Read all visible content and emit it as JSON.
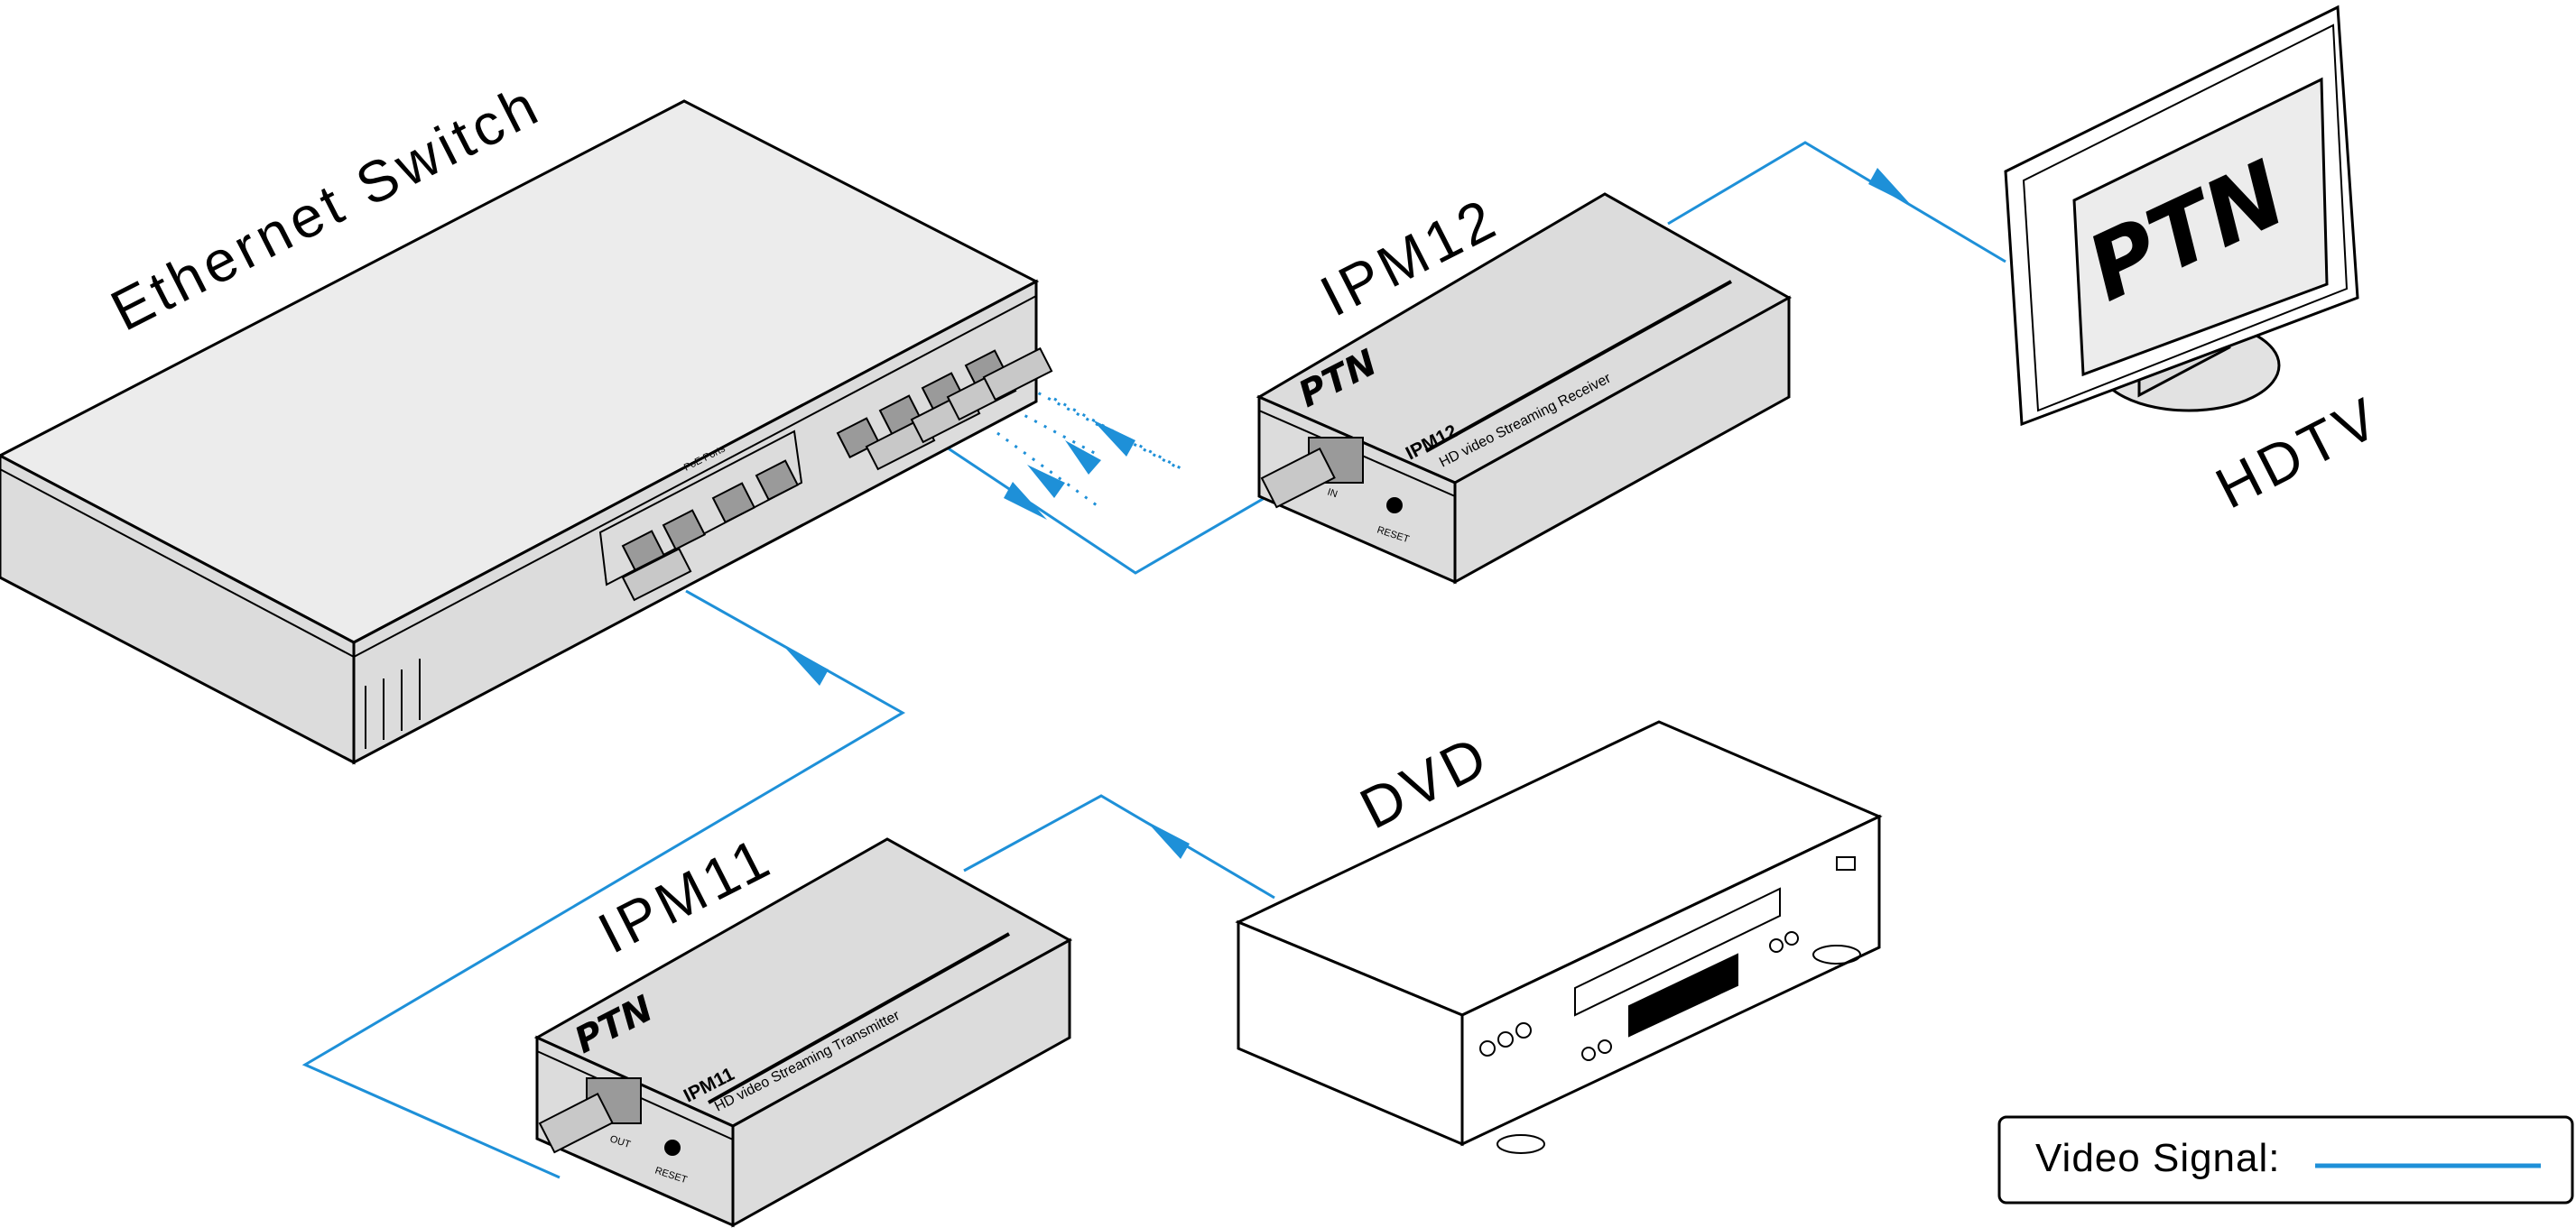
{
  "labels": {
    "switch": "Ethernet Switch",
    "receiver": "IPM12",
    "tv": "HDTV",
    "dvd": "DVD",
    "transmitter": "IPM11"
  },
  "receiver": {
    "logo": "PTN",
    "model": "IPM12",
    "subtitle": "HD video Streaming Receiver",
    "reset_label": "RESET",
    "port_label": "IN"
  },
  "transmitter": {
    "logo": "PTN",
    "model": "IPM11",
    "subtitle": "HD video Streaming Transmitter",
    "reset_label": "RESET",
    "port_label": "OUT"
  },
  "tv": {
    "screen_logo": "PTN"
  },
  "switch": {
    "poe_label": "PoE Ports"
  },
  "legend": {
    "label": "Video Signal:"
  },
  "colors": {
    "signal": "#1e90d8"
  }
}
